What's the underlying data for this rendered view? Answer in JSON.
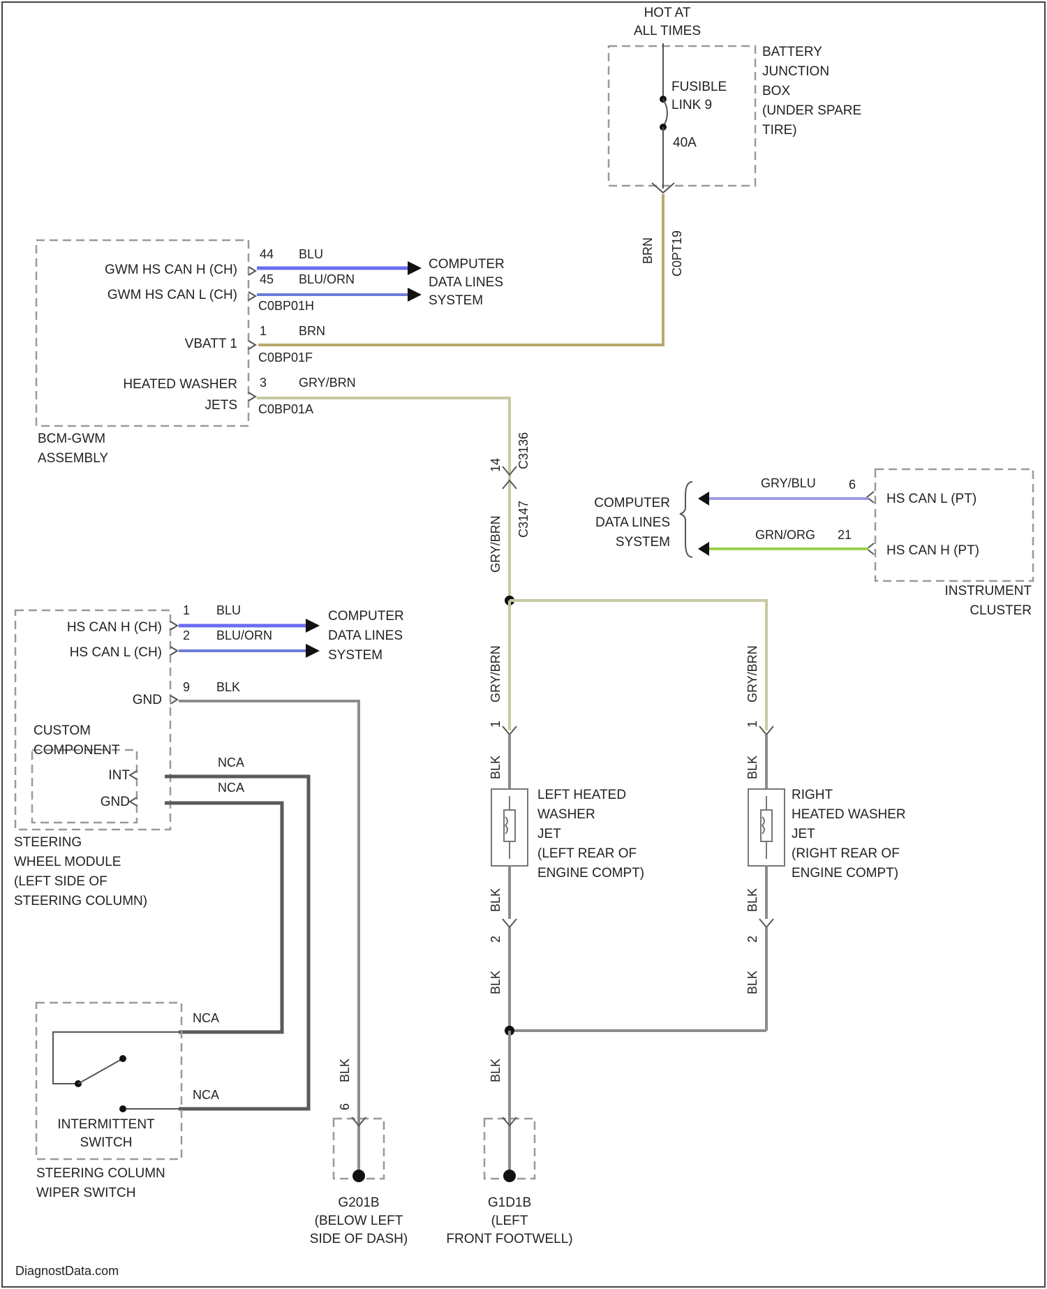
{
  "hot_at_all_times": [
    "HOT AT",
    "ALL TIMES"
  ],
  "battery_jb": {
    "label": [
      "BATTERY",
      "JUNCTION",
      "BOX",
      "(UNDER SPARE",
      "TIRE)"
    ],
    "fuse": [
      "FUSIBLE",
      "LINK 9"
    ],
    "amps": "40A",
    "wire_color": "BRN",
    "connector": "C0PT19"
  },
  "bcm": {
    "label": [
      "BCM-GWM",
      "ASSEMBLY"
    ],
    "pin_can_h": "GWM HS CAN H (CH)",
    "pin_can_l": "GWM HS CAN L (CH)",
    "vbatt": "VBATT 1",
    "heated_washer": [
      "HEATED WASHER",
      "JETS"
    ],
    "pin44": "44",
    "pin44_color": "BLU",
    "pin45": "45",
    "pin45_color": "BLU/ORN",
    "conn1": "C0BP01H",
    "pin1": "1",
    "pin1_color": "BRN",
    "conn2": "C0BP01F",
    "pin3": "3",
    "pin3_color": "GRY/BRN",
    "conn3": "C0BP01A",
    "cdl": [
      "COMPUTER",
      "DATA LINES",
      "SYSTEM"
    ]
  },
  "inline_connector": {
    "top": "C3136",
    "bottom": "C3147",
    "pin": "14",
    "wire_color": "GRY/BRN"
  },
  "instrument_cluster": {
    "label": [
      "INSTRUMENT",
      "CLUSTER"
    ],
    "can_l": "HS CAN L (PT)",
    "can_h": "HS CAN H (PT)",
    "wire1": "GRY/BLU",
    "pin1": "6",
    "wire2": "GRN/ORG",
    "pin2": "21",
    "cdl": [
      "COMPUTER",
      "DATA LINES",
      "SYSTEM"
    ]
  },
  "steering_module": {
    "label": [
      "STEERING",
      "WHEEL MODULE",
      "(LEFT SIDE OF",
      "STEERING COLUMN)"
    ],
    "can_h": "HS CAN H (CH)",
    "can_l": "HS CAN L (CH)",
    "gnd": "GND",
    "pin1": "1",
    "pin1_color": "BLU",
    "pin2": "2",
    "pin2_color": "BLU/ORN",
    "pin9": "9",
    "pin9_color": "BLK",
    "custom": [
      "CUSTOM",
      "COMPONENT"
    ],
    "int": "INT",
    "gnd2": "GND",
    "nca1": "NCA",
    "nca2": "NCA",
    "cdl": [
      "COMPUTER",
      "DATA LINES",
      "SYSTEM"
    ]
  },
  "wiper_switch": {
    "label": [
      "STEERING COLUMN",
      "WIPER SWITCH"
    ],
    "switch": [
      "INTERMITTENT",
      "SWITCH"
    ],
    "nca1": "NCA",
    "nca2": "NCA"
  },
  "left_jet": {
    "label": [
      "LEFT HEATED",
      "WASHER",
      "JET",
      "(LEFT REAR OF",
      "ENGINE COMPT)"
    ],
    "top_color": "GRY/BRN",
    "mid_color": "BLK",
    "pin_top": "1",
    "pin_bot": "2",
    "bot_color": "BLK",
    "bot_color2": "BLK"
  },
  "right_jet": {
    "label": [
      "RIGHT",
      "HEATED WASHER",
      "JET",
      "(RIGHT REAR OF",
      "ENGINE COMPT)"
    ],
    "top_color": "GRY/BRN",
    "mid_color": "BLK",
    "pin_top": "1",
    "pin_bot": "2",
    "bot_color": "BLK",
    "bot_color2": "BLK"
  },
  "ground1": {
    "label": [
      "G201B",
      "(BELOW LEFT",
      "SIDE OF DASH)"
    ],
    "wire": "BLK",
    "pin": "6"
  },
  "ground2": {
    "label": [
      "G1D1B",
      "(LEFT",
      "FRONT FOOTWELL)"
    ],
    "wire": "BLK"
  },
  "footer": "DiagnostData.com"
}
